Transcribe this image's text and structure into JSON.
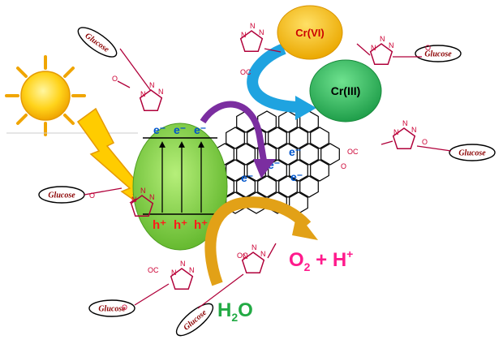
{
  "glucose_label": "Glucose",
  "electron_label": "e⁻",
  "hole_label": "h⁺",
  "cr6_label": "Cr(VI)",
  "cr3_label": "Cr(III)",
  "o2_label_main": "O",
  "o2_sub": "2",
  "o2_rest": " + H",
  "o2_sup": "+",
  "h2o_label_h": "H",
  "h2o_sub": "2",
  "h2o_label_o": "O",
  "triazole_n": "N",
  "linker_oc": "OC",
  "linker_o": "O",
  "colors": {
    "semiconductor": "#7dd14a",
    "cr6": "#f5b800",
    "cr3": "#33c36a",
    "blue_arrow": "#1fa3e0",
    "purple_arrow": "#7b2ea0",
    "orange_arrow": "#e2a117",
    "o2_text": "#ff1a8c",
    "h2o_text": "#22aa44",
    "linker": "#b0003a"
  }
}
